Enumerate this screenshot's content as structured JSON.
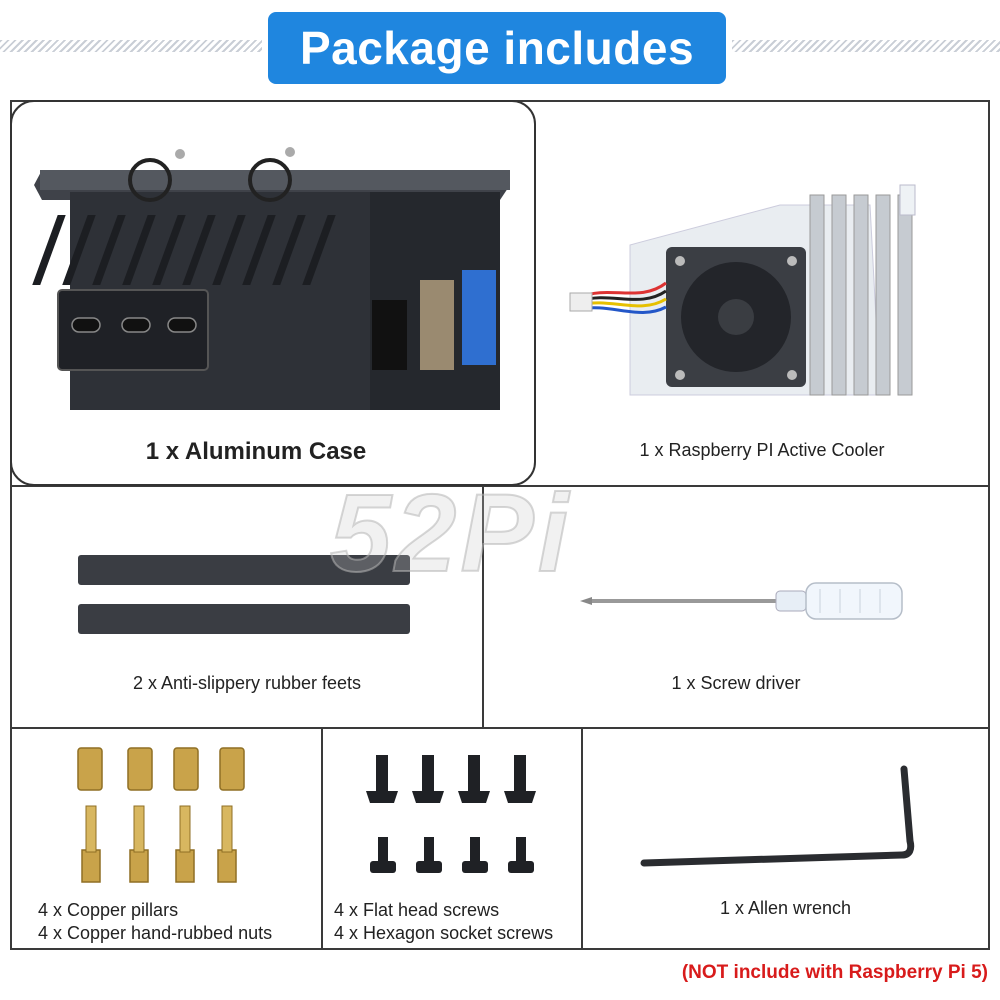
{
  "header": {
    "title": "Package includes"
  },
  "items": {
    "case": "1 x Aluminum Case",
    "cooler": "1 x Raspberry PI Active Cooler",
    "feet": "2 x Anti-slippery rubber feets",
    "screwdriver": "1 x Screw driver",
    "pillars_line1": "4 x Copper pillars",
    "pillars_line2": "4 x Copper hand-rubbed nuts",
    "screws_line1": "4 x Flat head screws",
    "screws_line2": "4 x Hexagon socket screws",
    "wrench": "1 x Allen wrench"
  },
  "watermark": "52Pi",
  "footer": {
    "note": "(NOT include with Raspberry Pi 5)"
  },
  "colors": {
    "title_bg": "#1f86df",
    "note": "#d81b1b",
    "grid": "#3a3a3a"
  }
}
